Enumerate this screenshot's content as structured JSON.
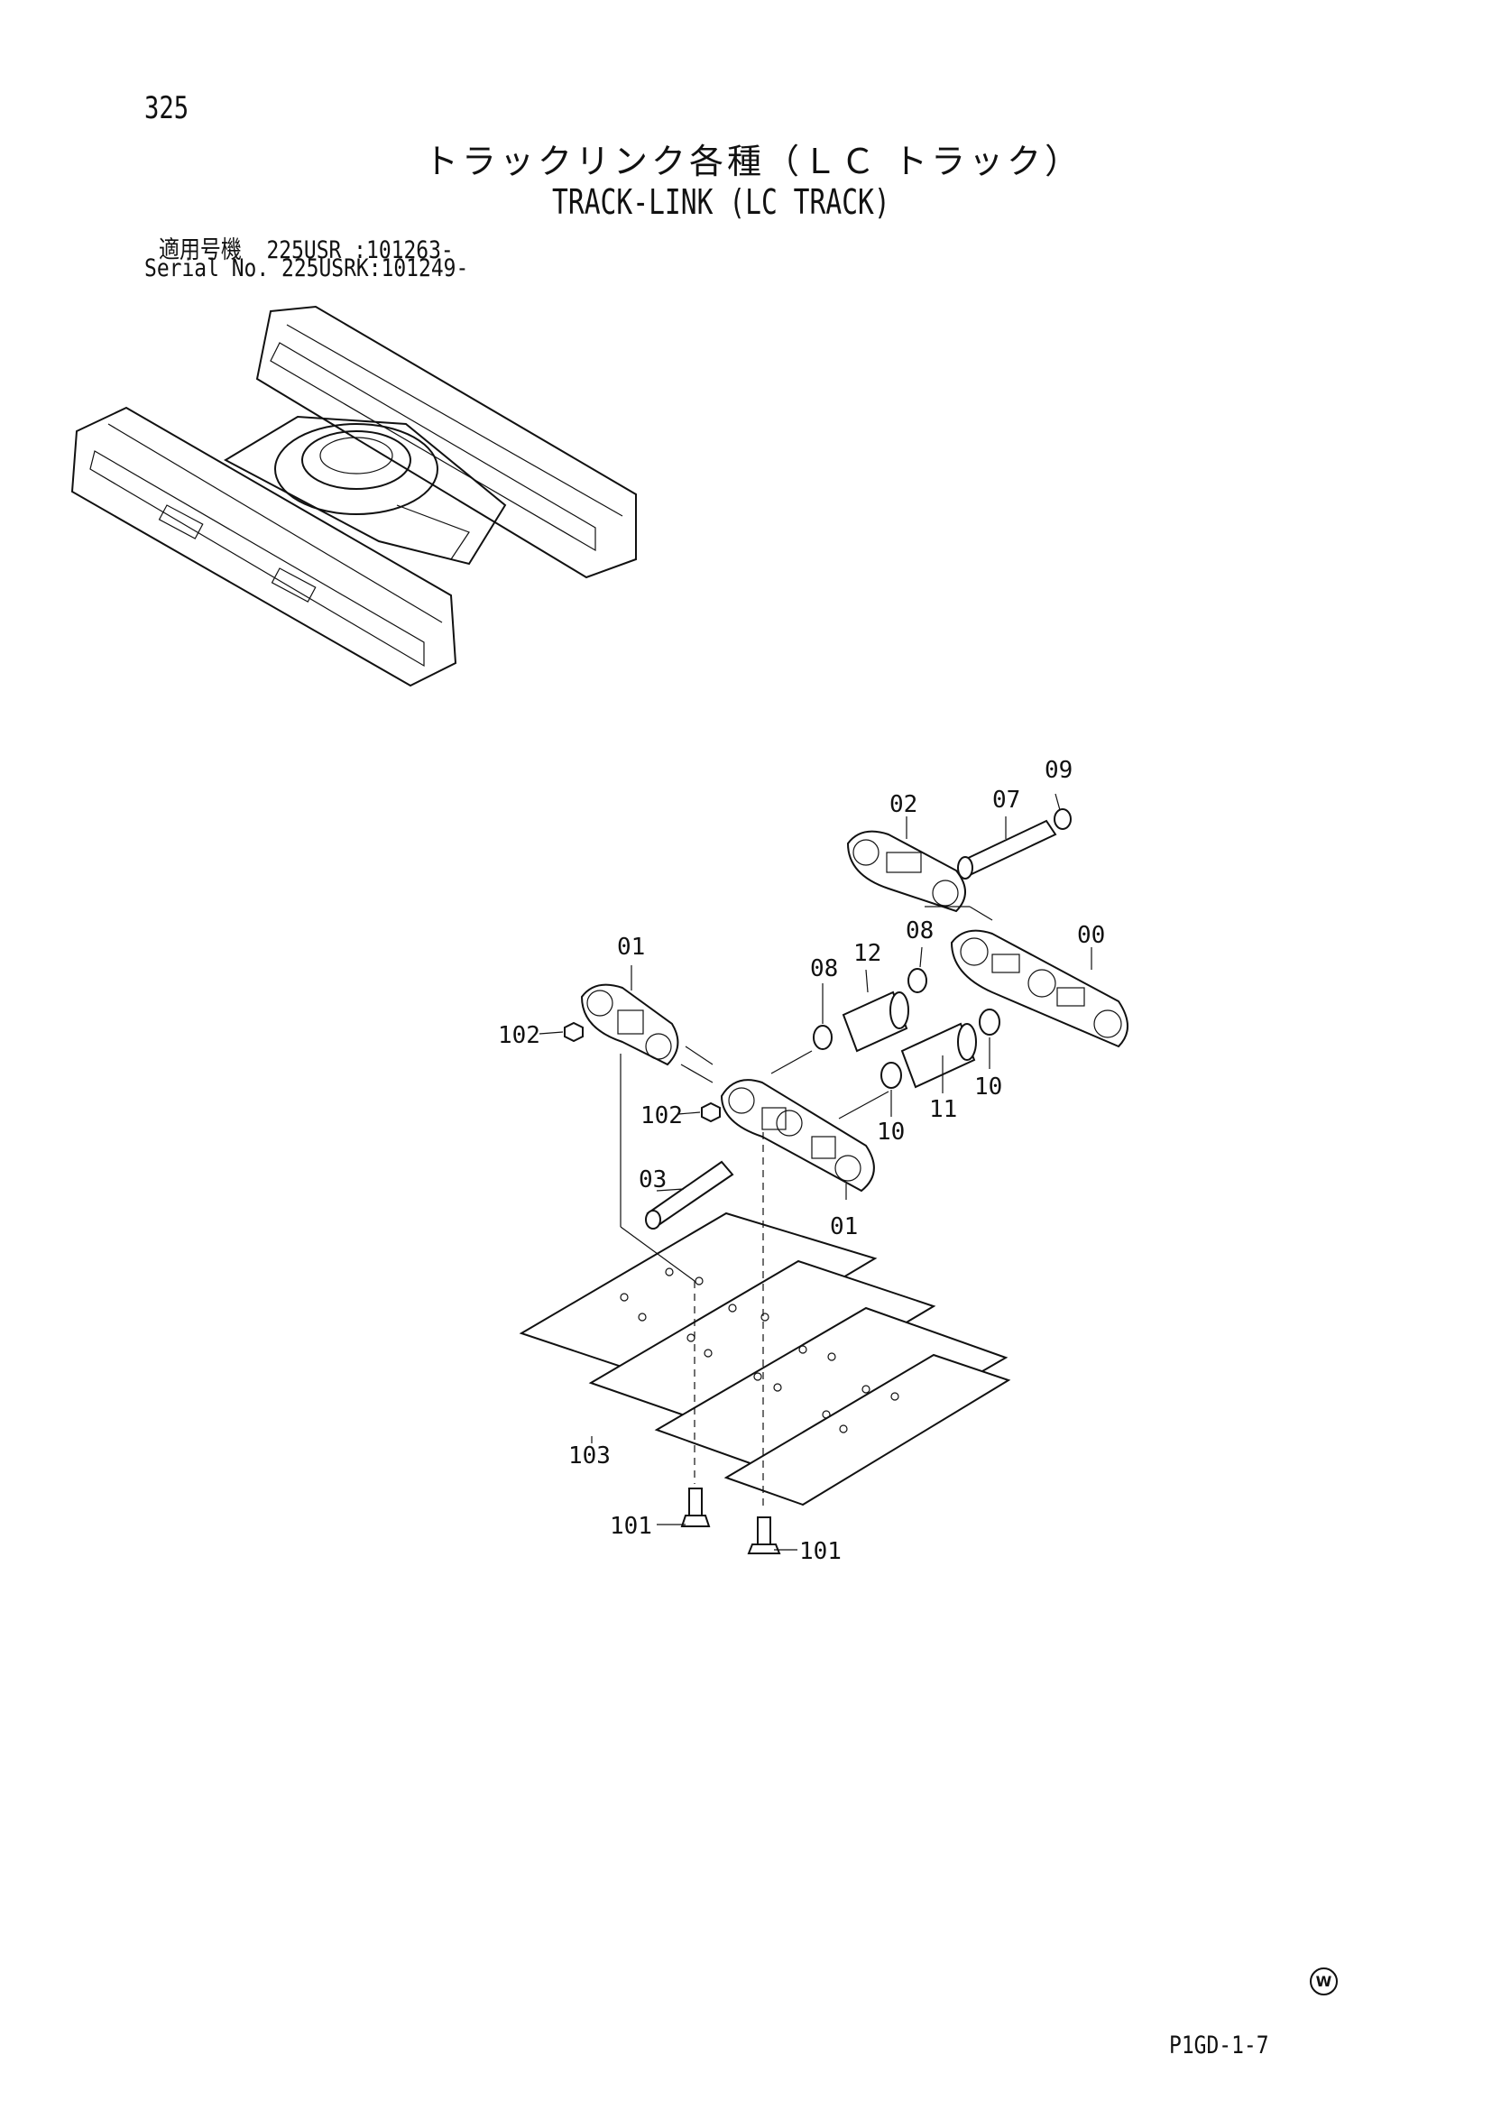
{
  "page_number": "325",
  "title_jp": "トラックリンク各種（ＬＣ トラック）",
  "title_en": "TRACK-LINK (LC TRACK)",
  "serial": {
    "row1_label": "適用号機",
    "row1_model": "225USR",
    "row1_value": ":101263-",
    "row2_label": "Serial No.",
    "row2_model": "225USRK",
    "row2_value": ":101249-"
  },
  "callouts": {
    "c09": "09",
    "c02": "02",
    "c07": "07",
    "c01_top": "01",
    "c08_right": "08",
    "c00": "00",
    "c12": "12",
    "c08_left": "08",
    "c102_top": "102",
    "c10_right": "10",
    "c11": "11",
    "c10_mid": "10",
    "c102_mid": "102",
    "c03": "03",
    "c01_bottom": "01",
    "c103": "103",
    "c101_left": "101",
    "c101_right": "101"
  },
  "mark": "W",
  "footer_code": "P1GD-1-7"
}
